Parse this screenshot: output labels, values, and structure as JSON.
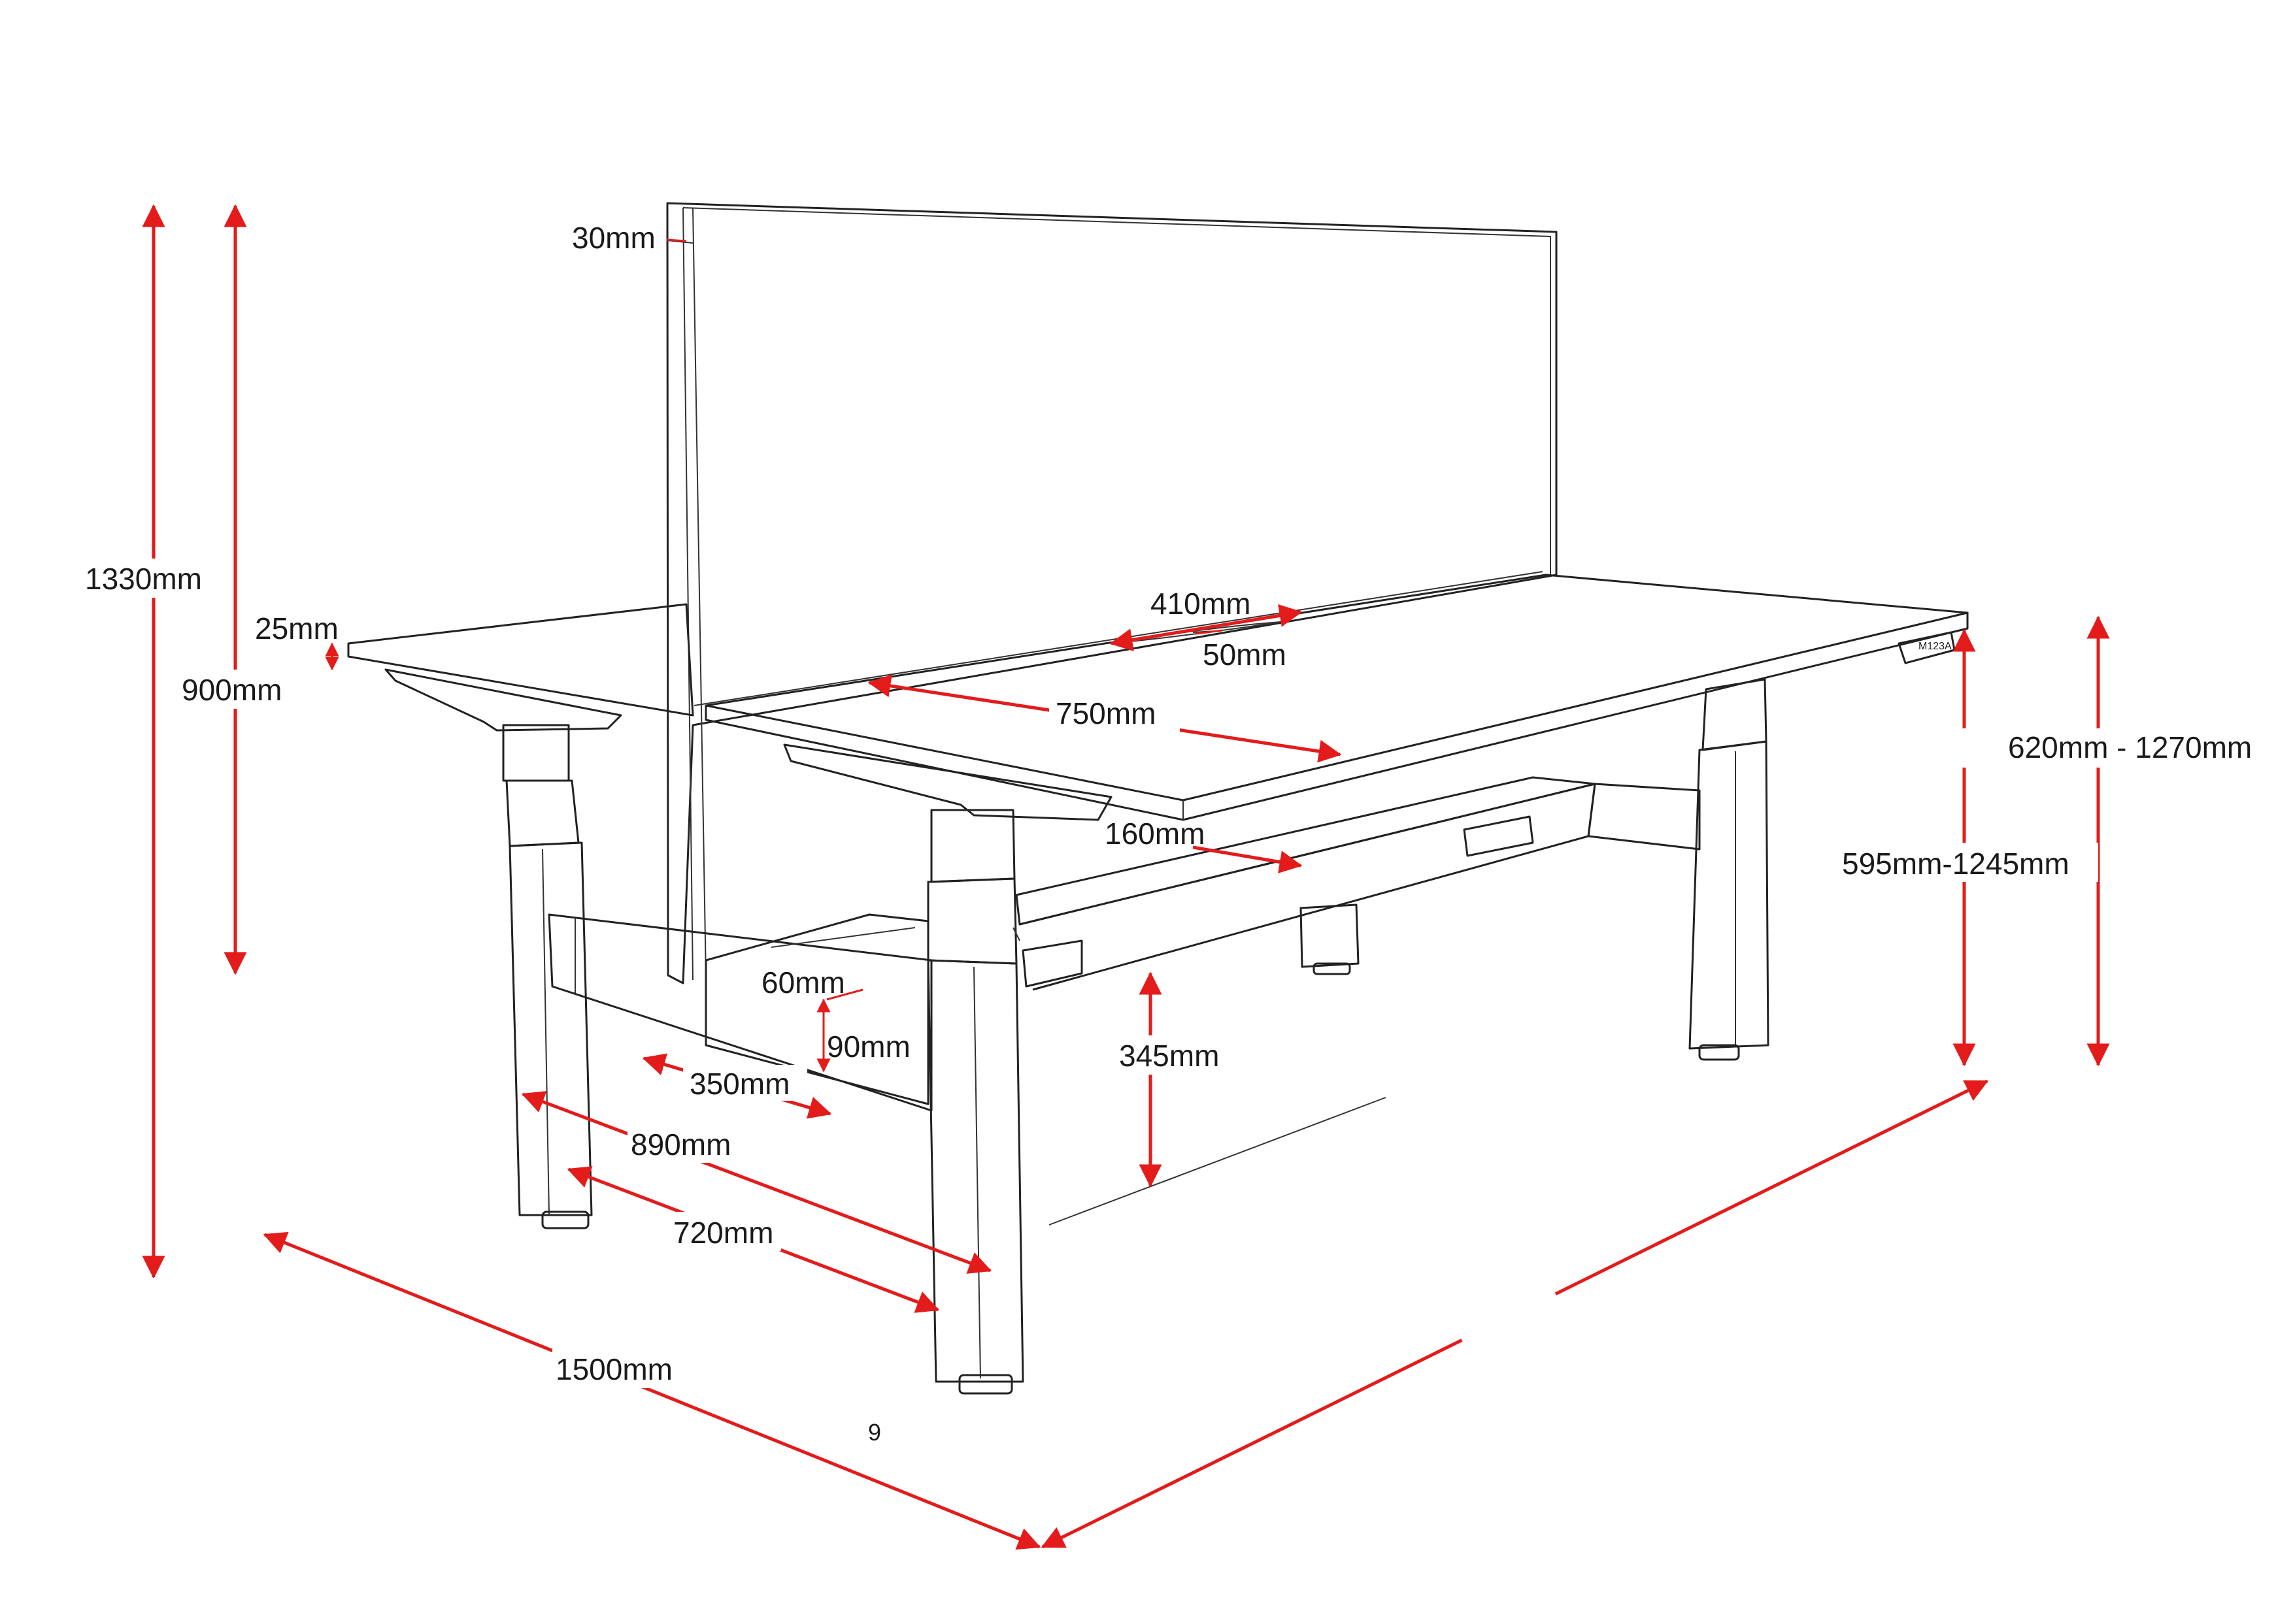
{
  "diagram": {
    "dimensions": {
      "total_height": "1330mm",
      "desk_height": "900mm",
      "top_thickness": "25mm",
      "screen_thickness": "30mm",
      "cable_cutout_length": "410mm",
      "cable_cutout_width": "50mm",
      "desk_depth": "750mm",
      "beam_height": "160mm",
      "tray_depth": "60mm",
      "tray_height": "90mm",
      "tray_length": "350mm",
      "foot_length": "890mm",
      "leg_spacing": "720mm",
      "under_clearance": "345mm",
      "adjust_range_frame": "595mm-1245mm",
      "adjust_range_top": "620mm - 1270mm",
      "desk_width": "1500mm"
    },
    "stray_mark": "9",
    "controller_label": "M123A",
    "colors": {
      "line": "#222222",
      "dimension": "#e31b1b",
      "background": "#ffffff"
    }
  }
}
